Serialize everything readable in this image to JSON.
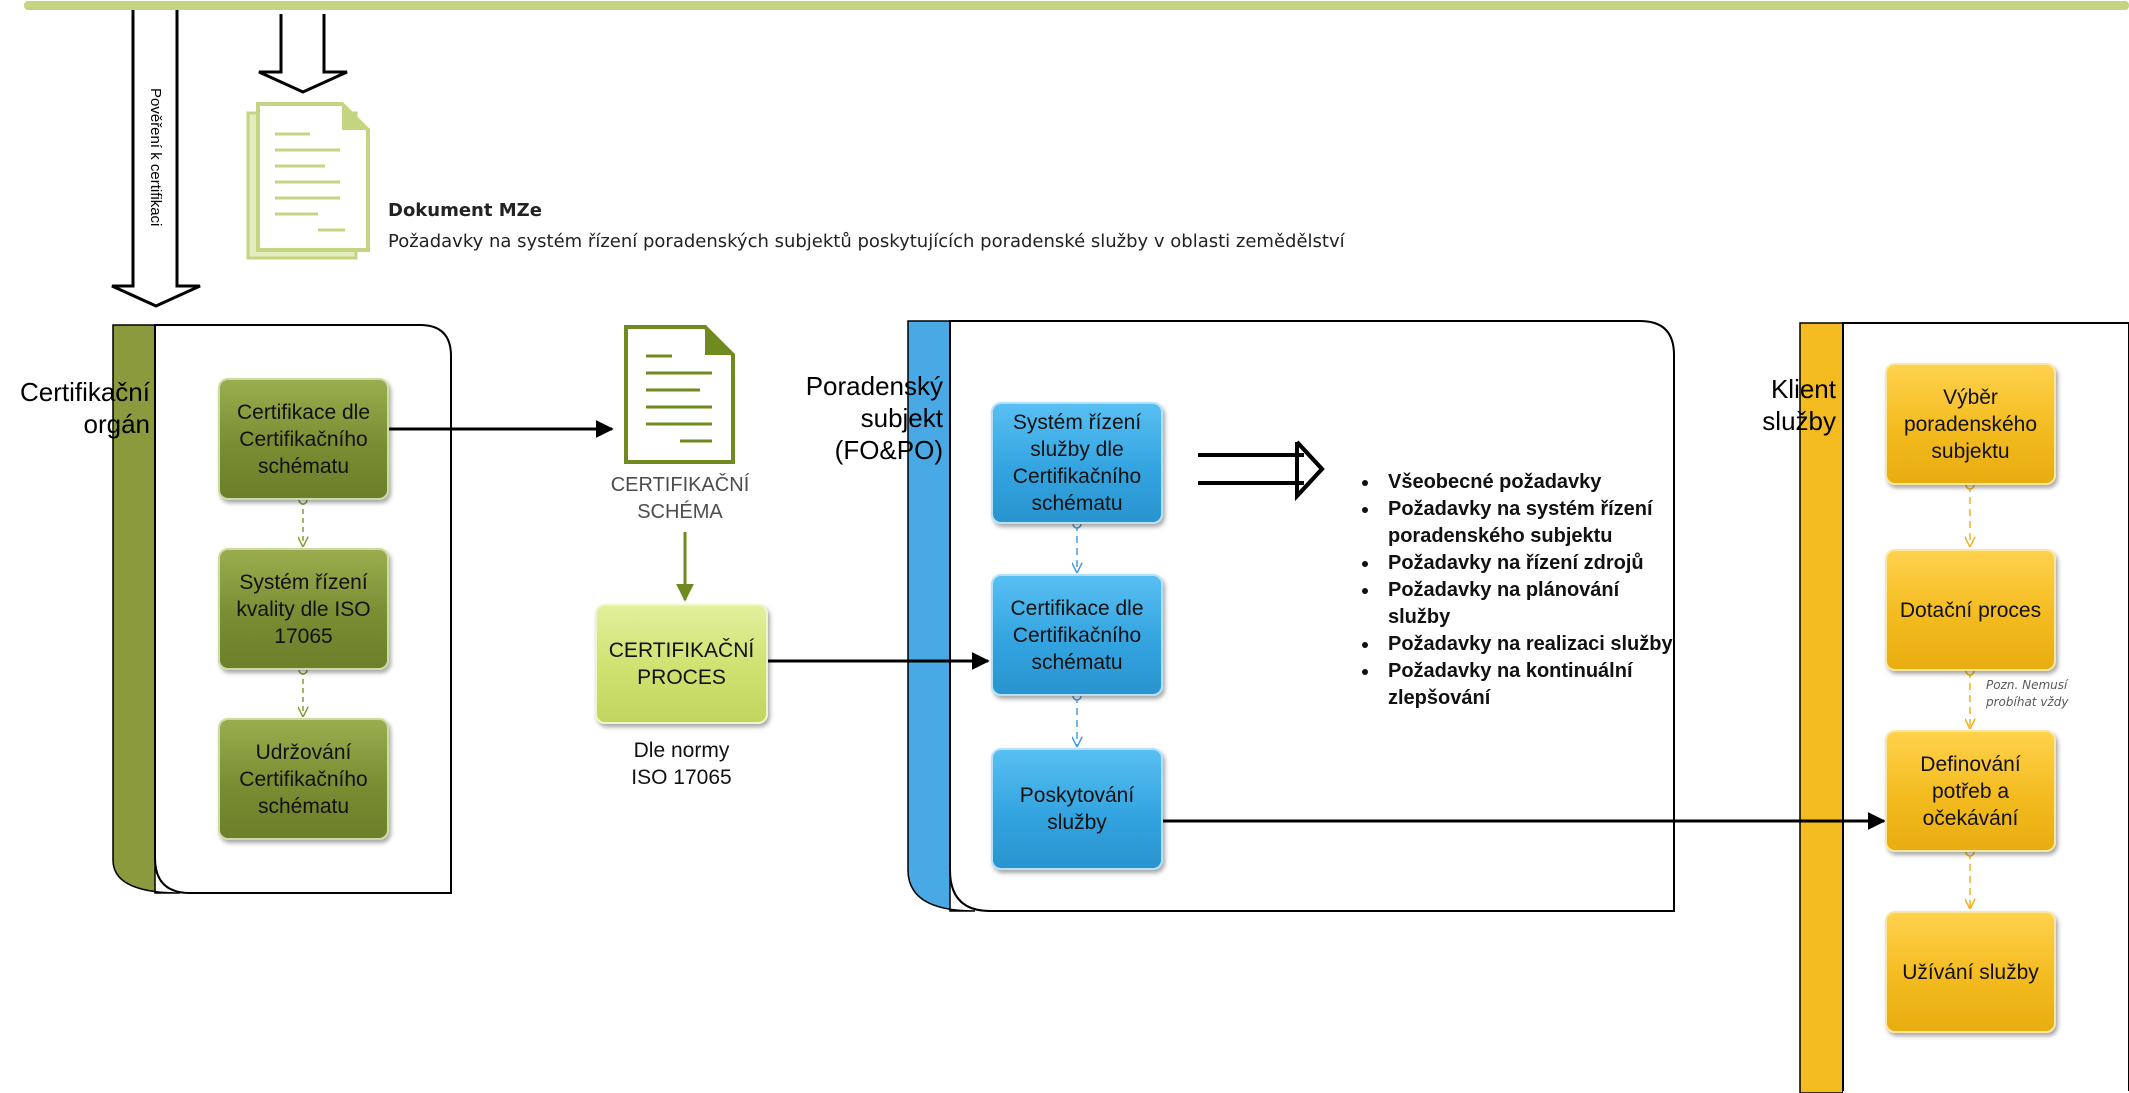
{
  "colors": {
    "olive": "#8a9a3d",
    "lime": "#cfe16f",
    "blue": "#33a4e0",
    "gold": "#f3bb1f",
    "topbar": "#c3d580"
  },
  "mze": {
    "title": "Dokument MZe",
    "subtitle": "Požadavky na systém řízení poradenských subjektů poskytujících poradenské služby v oblasti zemědělství"
  },
  "delegation_label": "Pověření k certifikaci",
  "certification_body": {
    "label_line1": "Certifikační",
    "label_line2": "orgán",
    "boxes": [
      "Certifikace dle Certifikačního schématu",
      "Systém řízení kvality dle ISO 17065",
      "Udržování Certifikačního schématu"
    ]
  },
  "scheme_document": {
    "label_line1": "CERTIFIKAČNÍ",
    "label_line2": "SCHÉMA"
  },
  "certification_process": {
    "label": "CERTIFIKAČNÍ PROCES",
    "norm_line1": "Dle normy",
    "norm_line2": "ISO 17065"
  },
  "advisory_subject": {
    "label_line1": "Poradenský",
    "label_line2": "subjekt",
    "label_line3": "(FO&PO)",
    "boxes": [
      "Systém řízení služby dle Certifikačního schématu",
      "Certifikace dle Certifikačního schématu",
      "Poskytování služby"
    ]
  },
  "requirements": [
    "Všeobecné požadavky",
    "Požadavky na systém řízení poradenského subjektu",
    "Požadavky na řízení zdrojů",
    "Požadavky na plánování služby",
    "Požadavky na realizaci služby",
    "Požadavky na kontinuální zlepšování"
  ],
  "client": {
    "label_line1": "Klient",
    "label_line2": "služby",
    "boxes": [
      "Výběr poradenského subjektu",
      "Dotační proces",
      "Definování potřeb a očekávání",
      "Užívání služby"
    ],
    "note_line1": "Pozn. Nemusí",
    "note_line2": "probíhat vždy"
  }
}
